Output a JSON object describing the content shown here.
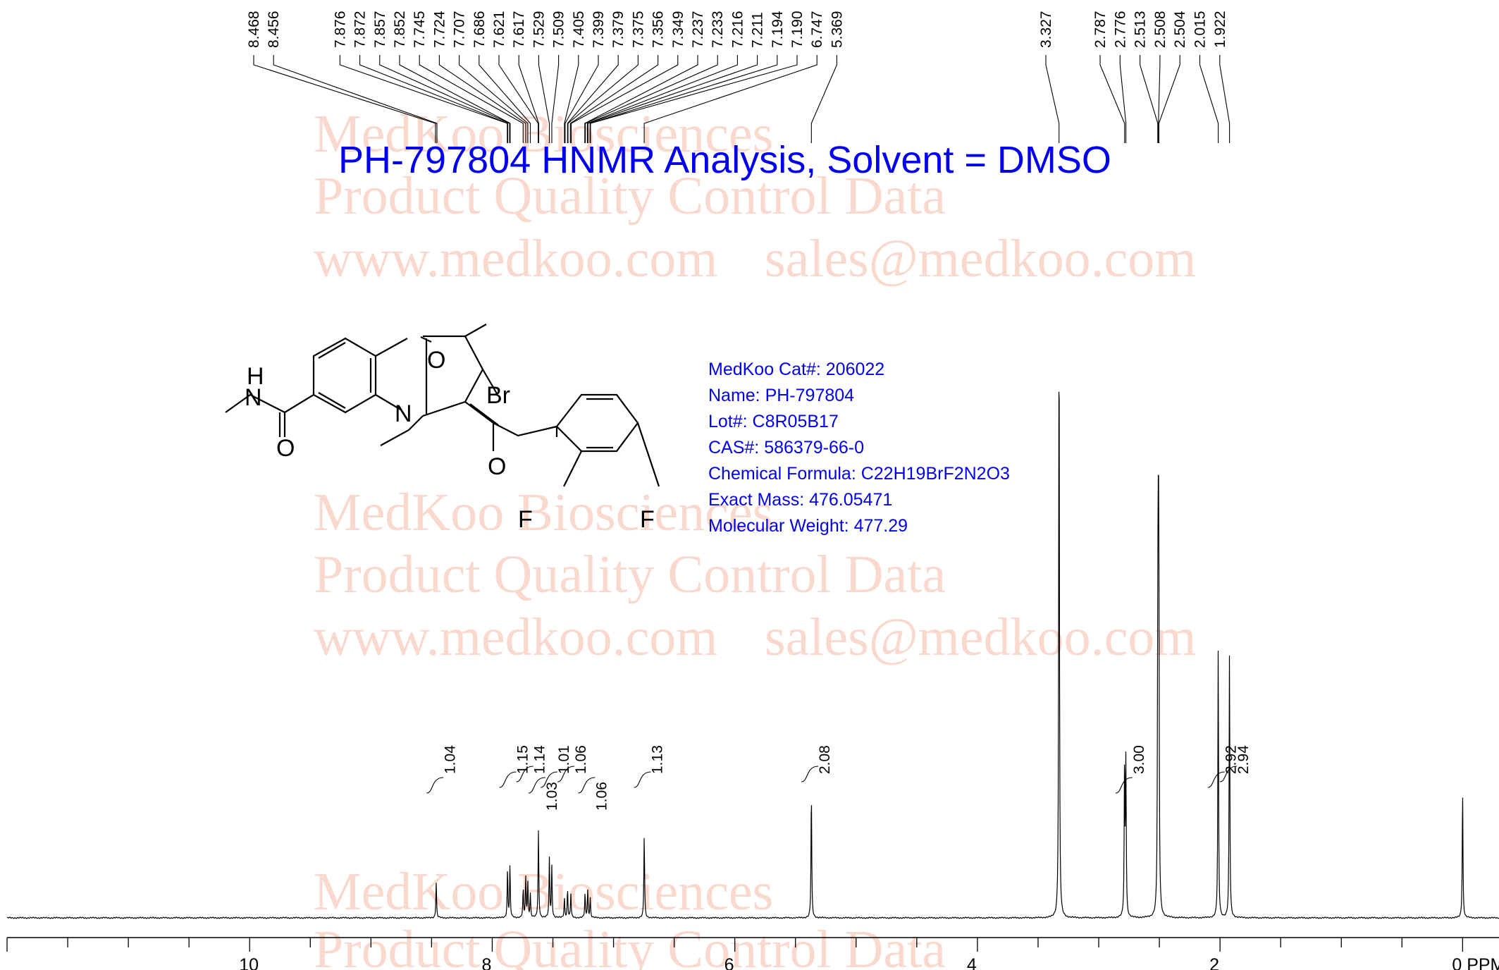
{
  "title": "PH-797804 HNMR Analysis, Solvent = DMSO",
  "watermark": {
    "line1": "MedKoo Biosciences",
    "line2": "Product Quality Control Data",
    "line3a": "www.medkoo.com",
    "line3b": "sales@medkoo.com"
  },
  "compound_info": [
    "MedKoo Cat#: 206022",
    "Name: PH-797804",
    "Lot#: C8R05B17",
    "CAS#: 586379-66-0",
    "Chemical Formula: C22H19BrF2N2O3",
    "Exact Mass: 476.05471",
    "Molecular Weight: 477.29"
  ],
  "structure_atoms": {
    "nh": "H",
    "n_amide": "N",
    "o_amide": "O",
    "n_ring": "N",
    "o_ring": "O",
    "br": "Br",
    "o_ether": "O",
    "f1": "F",
    "f2": "F"
  },
  "chart_data": {
    "type": "line",
    "xlabel": "PPM",
    "xlim": [
      12.0,
      -0.3
    ],
    "x_reversed": true,
    "x_ticks": [
      10,
      8,
      6,
      4,
      2,
      0
    ],
    "x_tick_labels": [
      "10",
      "8",
      "6",
      "4",
      "2",
      "0 PPM"
    ],
    "peak_labels": [
      "8.468",
      "8.456",
      "7.876",
      "7.872",
      "7.857",
      "7.852",
      "7.745",
      "7.724",
      "7.707",
      "7.686",
      "7.621",
      "7.617",
      "7.529",
      "7.509",
      "7.405",
      "7.399",
      "7.379",
      "7.375",
      "7.356",
      "7.349",
      "7.237",
      "7.233",
      "7.216",
      "7.211",
      "7.194",
      "7.190",
      "6.747",
      "5.369",
      "3.327",
      "2.787",
      "2.776",
      "2.513",
      "2.508",
      "2.504",
      "2.015",
      "1.922"
    ],
    "peaks": [
      {
        "ppm": 8.462,
        "height": 0.09
      },
      {
        "ppm": 7.874,
        "height": 0.12
      },
      {
        "ppm": 7.854,
        "height": 0.13
      },
      {
        "ppm": 7.745,
        "height": 0.07
      },
      {
        "ppm": 7.724,
        "height": 0.1
      },
      {
        "ppm": 7.707,
        "height": 0.09
      },
      {
        "ppm": 7.686,
        "height": 0.06
      },
      {
        "ppm": 7.619,
        "height": 0.22
      },
      {
        "ppm": 7.529,
        "height": 0.15
      },
      {
        "ppm": 7.509,
        "height": 0.13
      },
      {
        "ppm": 7.405,
        "height": 0.05
      },
      {
        "ppm": 7.379,
        "height": 0.07
      },
      {
        "ppm": 7.352,
        "height": 0.06
      },
      {
        "ppm": 7.235,
        "height": 0.06
      },
      {
        "ppm": 7.213,
        "height": 0.07
      },
      {
        "ppm": 7.192,
        "height": 0.05
      },
      {
        "ppm": 6.747,
        "height": 0.21
      },
      {
        "ppm": 5.369,
        "height": 0.32
      },
      {
        "ppm": 3.327,
        "height": 1.55
      },
      {
        "ppm": 2.787,
        "height": 0.39
      },
      {
        "ppm": 2.776,
        "height": 0.39
      },
      {
        "ppm": 2.513,
        "height": 0.6
      },
      {
        "ppm": 2.508,
        "height": 0.75
      },
      {
        "ppm": 2.504,
        "height": 0.55
      },
      {
        "ppm": 2.015,
        "height": 0.68
      },
      {
        "ppm": 1.922,
        "height": 0.67
      },
      {
        "ppm": 0.0,
        "height": 0.32
      }
    ],
    "integrals": [
      {
        "label": "1.04",
        "ppm": 8.46
      },
      {
        "label": "1.15",
        "ppm": 7.86
      },
      {
        "label": "1.14",
        "ppm": 7.72
      },
      {
        "label": "1.03",
        "ppm": 7.62
      },
      {
        "label": "1.01",
        "ppm": 7.52
      },
      {
        "label": "1.06",
        "ppm": 7.38
      },
      {
        "label": "1.06",
        "ppm": 7.21
      },
      {
        "label": "1.13",
        "ppm": 6.75
      },
      {
        "label": "2.08",
        "ppm": 5.37
      },
      {
        "label": "3.00",
        "ppm": 2.78
      },
      {
        "label": "2.92",
        "ppm": 2.02
      },
      {
        "label": "2.94",
        "ppm": 1.92
      }
    ]
  }
}
